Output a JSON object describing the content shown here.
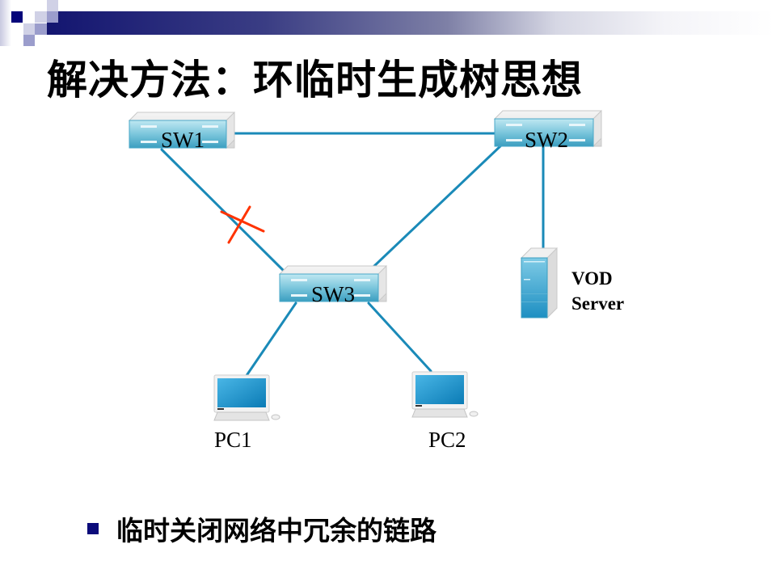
{
  "slide": {
    "title": "解决方法：环临时生成树思想",
    "accent_color": "#131570",
    "link_color": "#1a8ab8",
    "blocked_mark_color": "#ff3300"
  },
  "diagram": {
    "switches": [
      {
        "id": "sw1",
        "label": "SW1"
      },
      {
        "id": "sw2",
        "label": "SW2"
      },
      {
        "id": "sw3",
        "label": "SW3"
      }
    ],
    "pcs": [
      {
        "id": "pc1",
        "label": "PC1"
      },
      {
        "id": "pc2",
        "label": "PC2"
      }
    ],
    "server": {
      "label_line1": "VOD",
      "label_line2": "Server"
    },
    "links": [
      {
        "from": "SW1",
        "to": "SW2",
        "state": "active"
      },
      {
        "from": "SW1",
        "to": "SW3",
        "state": "blocked"
      },
      {
        "from": "SW2",
        "to": "SW3",
        "state": "active"
      },
      {
        "from": "SW2",
        "to": "VOD Server",
        "state": "active"
      },
      {
        "from": "SW3",
        "to": "PC1",
        "state": "active"
      },
      {
        "from": "SW3",
        "to": "PC2",
        "state": "active"
      }
    ]
  },
  "bullets": [
    {
      "text": "临时关闭网络中冗余的链路"
    }
  ]
}
